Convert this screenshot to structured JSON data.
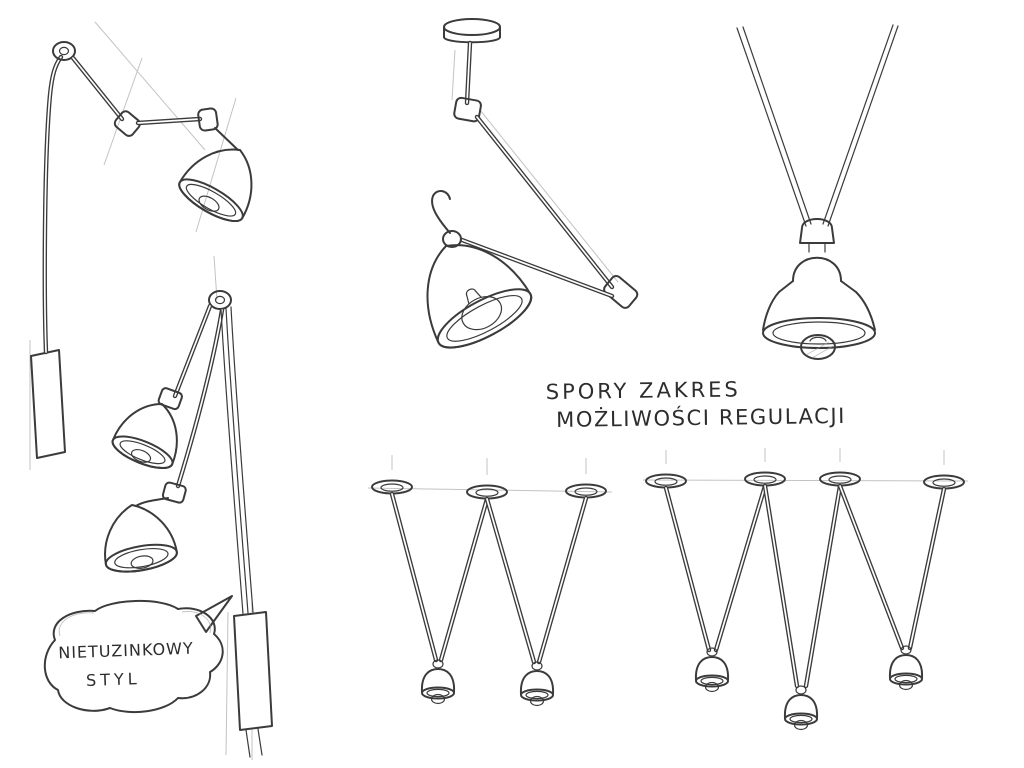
{
  "page": {
    "background": "#ffffff",
    "ink_color": "#3b3b3b"
  },
  "annotations": {
    "range_note": {
      "line1": "SPORY ZAKRES",
      "line2": "MOŻLIWOŚCI REGULACJI"
    },
    "style_bubble": {
      "line1": "NIETUZINKOWY",
      "line2": "STYL"
    }
  },
  "sketches": [
    {
      "name": "wall-swing-arm-lamp"
    },
    {
      "name": "double-shade-wall-lamp"
    },
    {
      "name": "ceiling-arm-lamp"
    },
    {
      "name": "cord-pendant-lamp"
    },
    {
      "name": "three-canopy-pendant-set"
    },
    {
      "name": "four-canopy-pendant-set"
    }
  ]
}
